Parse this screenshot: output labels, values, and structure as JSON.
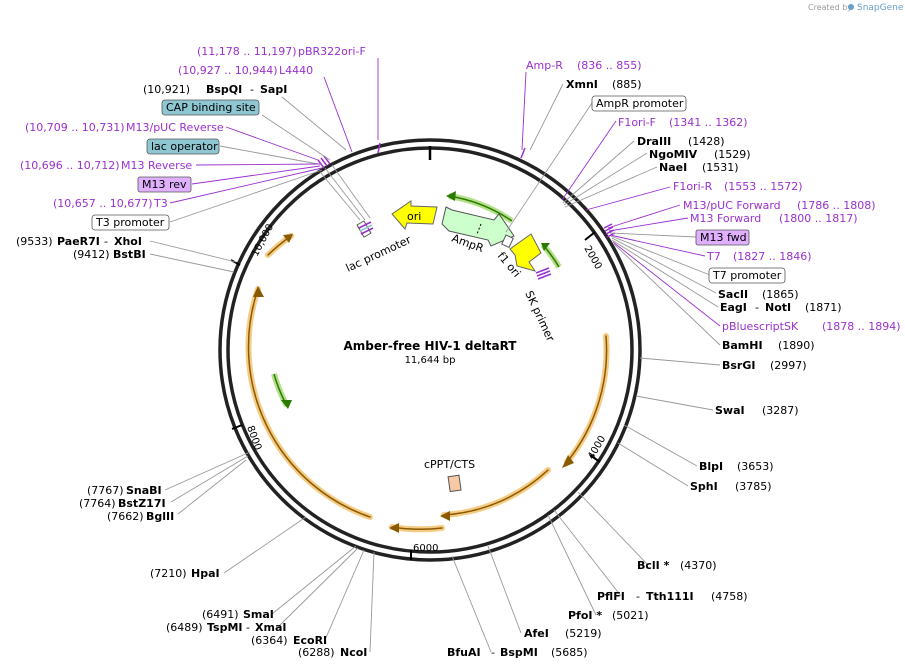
{
  "credit": {
    "prefix": "Created by",
    "brand": "SnapGene"
  },
  "plasmid": {
    "name": "Amber-free HIV-1 deltaRT",
    "size": "11,644 bp"
  },
  "ticks": [
    "2000",
    "4000",
    "6000",
    "8000",
    "10,000"
  ],
  "labels": {
    "enz_xmni": "XmnI",
    "pos_xmni": "(885)",
    "enz_draiii": "DraIII",
    "pos_draiii": "(1428)",
    "enz_ngomiv": "NgoMIV",
    "pos_ngomiv": "(1529)",
    "enz_naei": "NaeI",
    "pos_naei": "(1531)",
    "enz_sacii": "SacII",
    "pos_sacii": "(1865)",
    "enz_eagi": "EagI",
    "enz_noti": "NotI",
    "pos_noti": "(1871)",
    "enz_bamhi": "BamHI",
    "pos_bamhi": "(1890)",
    "enz_bsrgi": "BsrGI",
    "pos_bsrgi": "(2997)",
    "enz_swai": "SwaI",
    "pos_swai": "(3287)",
    "enz_blpi": "BlpI",
    "pos_blpi": "(3653)",
    "enz_sphi": "SphI",
    "pos_sphi": "(3785)",
    "enz_bcli": "BclI *",
    "pos_bcli": "(4370)",
    "enz_pflfi": "PflFI",
    "enz_tth": "Tth111I",
    "pos_tth": "(4758)",
    "enz_pfoi": "PfoI *",
    "pos_pfoi": "(5021)",
    "enz_afei": "AfeI",
    "pos_afei": "(5219)",
    "enz_bfuai": "BfuAI",
    "enz_bspmi": "BspMI",
    "pos_bspmi": "(5685)",
    "enz_ncoi": "NcoI",
    "pos_ncoi": "(6288)",
    "enz_ecori": "EcoRI",
    "pos_ecori": "(6364)",
    "enz_tspmi": "TspMI",
    "pos_tspmi": "(6489)",
    "enz_xmai": "XmaI",
    "enz_smai": "SmaI",
    "pos_smai": "(6491)",
    "enz_hpai": "HpaI",
    "pos_hpai": "(7210)",
    "enz_bglii": "BglII",
    "pos_bglii": "(7662)",
    "enz_bstz17i": "BstZ17I",
    "pos_bstz17i": "(7764)",
    "enz_snabi": "SnaBI",
    "pos_snabi": "(7767)",
    "enz_bstbi": "BstBI",
    "pos_bstbi": "(9412)",
    "enz_pae": "PaeR7I",
    "enz_xhoi": "XhoI",
    "pos_xhoi": "(9533)",
    "enz_bspqi": "BspQI",
    "enz_sapi": "SapI",
    "pos_sapi": "(10,921)",
    "prim_pbr": "pBR322ori-F",
    "range_pbr": "(11,178 .. 11,197)",
    "prim_l4440": "L4440",
    "range_l4440": "(10,927 .. 10,944)",
    "prim_m13puc_rev": "M13/pUC Reverse",
    "range_m13puc_rev": "(10,709 .. 10,731)",
    "prim_m13rev": "M13 Reverse",
    "range_m13rev": "(10,696 .. 10,712)",
    "prim_t3": "T3",
    "range_t3": "(10,657 .. 10,677)",
    "prim_ampr": "Amp-R",
    "range_ampr": "(836 .. 855)",
    "prim_f1orif": "F1ori-F",
    "range_f1orif": "(1341 .. 1362)",
    "prim_f1orir": "F1ori-R",
    "range_f1orir": "(1553 .. 1572)",
    "prim_m13puc_fwd": "M13/pUC Forward",
    "range_m13puc_fwd": "(1786 .. 1808)",
    "prim_m13fwd": "M13 Forward",
    "range_m13fwd": "(1800 .. 1817)",
    "prim_t7": "T7",
    "range_t7": "(1827 .. 1846)",
    "prim_pbsk": "pBluescriptSK",
    "range_pbsk": "(1878 .. 1894)",
    "box_cap": "CAP binding site",
    "box_lacop": "lac operator",
    "box_m13rev": "M13 rev",
    "box_t3prom": "T3 promoter",
    "box_ampr_prom": "AmpR promoter",
    "box_m13fwd": "M13 fwd",
    "box_t7prom": "T7 promoter",
    "feat_ori": "ori",
    "feat_ampr": "AmpR",
    "feat_f1ori": "f1 ori",
    "feat_lacprom": "lac promoter",
    "feat_sk": "SK primer",
    "feat_cppt": "cPPT/CTS"
  },
  "colors": {
    "ori": "#ffff00",
    "ampr": "#ccffcc",
    "orf": "#f5c778",
    "primer": "#9b30d0",
    "box_blue": "#8ec7d2",
    "box_purple": "#e0b0ff",
    "cppt": "#f7c9a6"
  }
}
